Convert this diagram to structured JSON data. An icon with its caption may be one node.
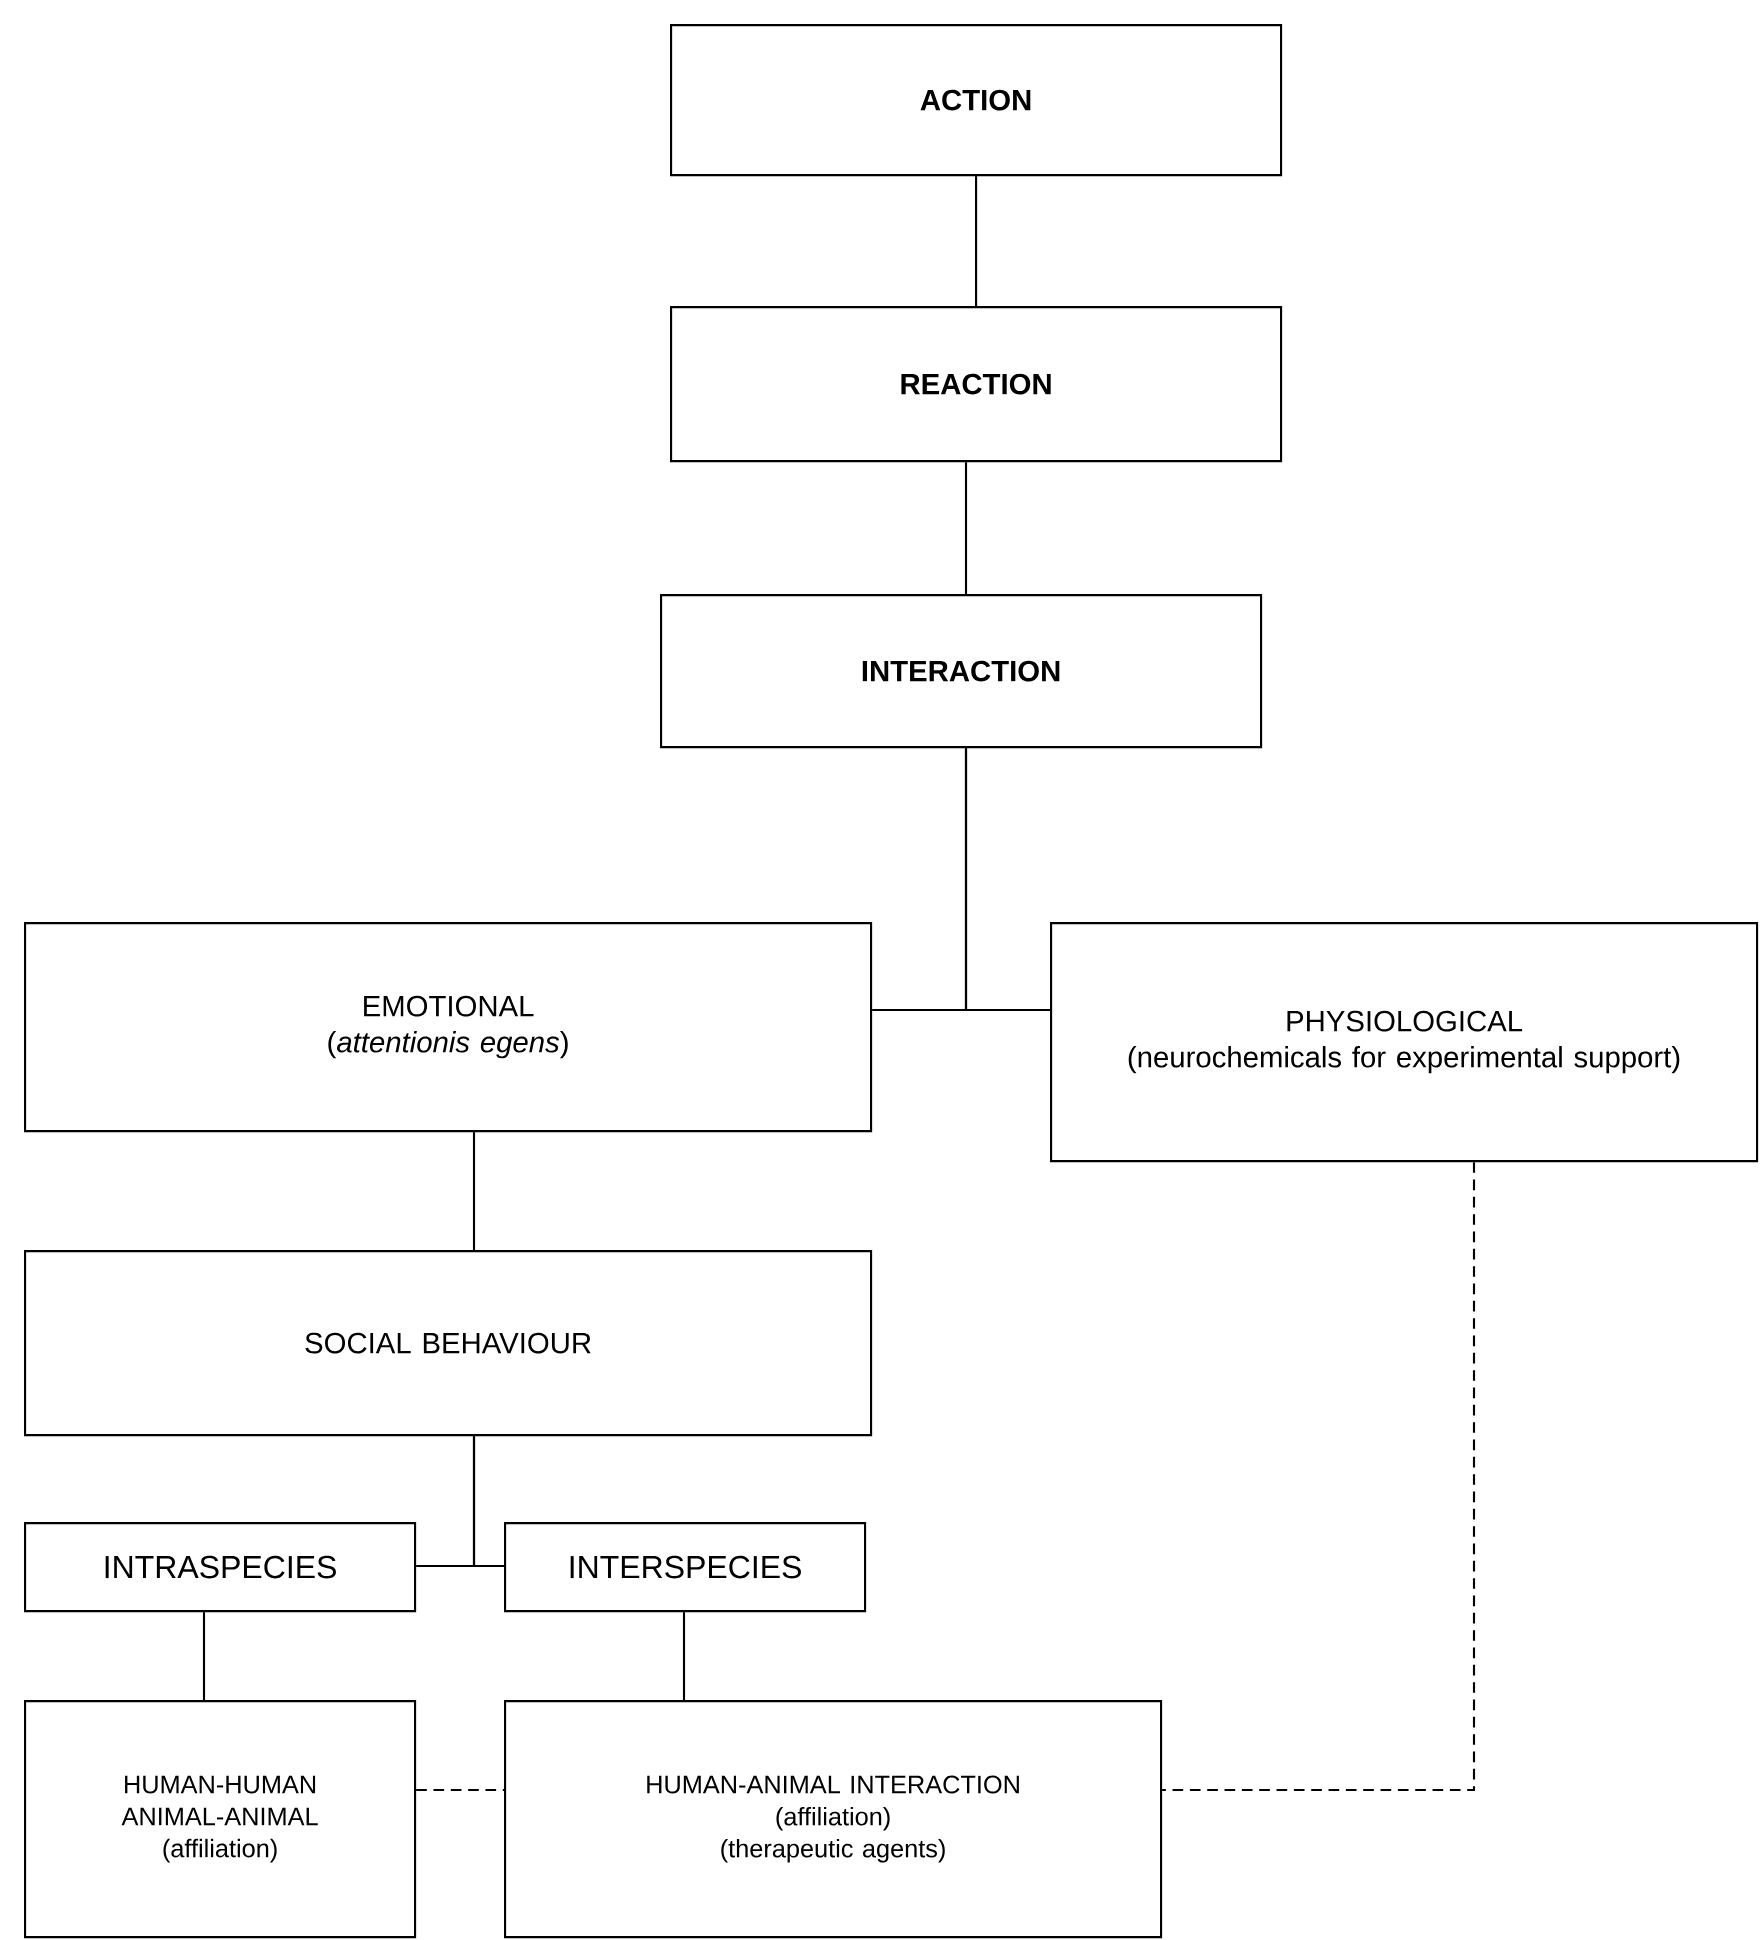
{
  "diagram": {
    "nodes": [
      {
        "text": [
          "ACTION"
        ]
      },
      {
        "text": [
          "REACTION"
        ]
      },
      {
        "text": [
          "INTERACTION"
        ]
      },
      {
        "text": [
          "EMOTIONAL",
          "(*attentionis egens*)"
        ]
      },
      {
        "text": [
          "PHYSIOLOGICAL",
          "(neurochemicals for experimental support)"
        ]
      },
      {
        "text": [
          "SOCIAL BEHAVIOUR"
        ]
      },
      {
        "text": [
          "INTRASPECIES"
        ]
      },
      {
        "text": [
          "INTERSPECIES"
        ]
      },
      {
        "text": [
          "HUMAN-HUMAN",
          "ANIMAL-ANIMAL",
          "(affiliation)"
        ]
      },
      {
        "text": [
          "HUMAN-ANIMAL INTERACTION",
          "(affiliation)",
          "(therapeutic agents)"
        ]
      }
    ],
    "edges": [
      {
        "from": 0,
        "to": 1,
        "arrow": "none"
      },
      {
        "from": 1,
        "to": 2,
        "arrow": "none"
      },
      {
        "from": 2,
        "to": 3,
        "arrow": "none"
      },
      {
        "from": 2,
        "to": 4,
        "arrow": "none"
      },
      {
        "from": 3,
        "to": 5,
        "arrow": "none"
      },
      {
        "from": 5,
        "to": 6,
        "arrow": "none"
      },
      {
        "from": 5,
        "to": 7,
        "arrow": "none"
      },
      {
        "from": 6,
        "to": 8,
        "arrow": "none"
      },
      {
        "from": 7,
        "to": 9,
        "arrow": "none"
      },
      {
        "from": 8,
        "to": 9,
        "arrow": "none",
        "style": "dashed"
      },
      {
        "from": 4,
        "to": 9,
        "arrow": "none",
        "style": "dashed"
      }
    ]
  }
}
